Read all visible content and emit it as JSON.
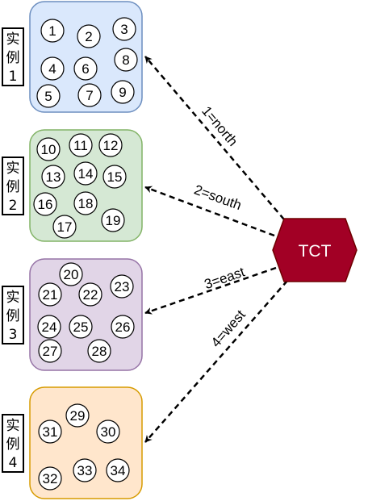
{
  "hub": {
    "label": "TCT",
    "fill": "#a20025",
    "stroke": "#6f0000"
  },
  "instances": [
    {
      "label_chars": [
        "实",
        "例",
        "1"
      ],
      "fill": "#dae8fc",
      "stroke": "#6c8ebf",
      "nodes": [
        "1",
        "2",
        "3",
        "4",
        "6",
        "8",
        "5",
        "7",
        "9"
      ]
    },
    {
      "label_chars": [
        "实",
        "例",
        "2"
      ],
      "fill": "#d5e8d4",
      "stroke": "#82b366",
      "nodes": [
        "10",
        "11",
        "12",
        "13",
        "14",
        "15",
        "16",
        "18",
        "17",
        "19"
      ]
    },
    {
      "label_chars": [
        "实",
        "例",
        "3"
      ],
      "fill": "#e1d5e7",
      "stroke": "#9673a6",
      "nodes": [
        "20",
        "21",
        "22",
        "23",
        "24",
        "25",
        "26",
        "27",
        "28"
      ]
    },
    {
      "label_chars": [
        "实",
        "例",
        "4"
      ],
      "fill": "#ffe6cc",
      "stroke": "#d79b00",
      "nodes": [
        "29",
        "31",
        "30",
        "32",
        "33",
        "34"
      ]
    }
  ],
  "edges": [
    {
      "label": "1=north"
    },
    {
      "label": "2=south"
    },
    {
      "label": "3=east"
    },
    {
      "label": "4=west"
    }
  ]
}
